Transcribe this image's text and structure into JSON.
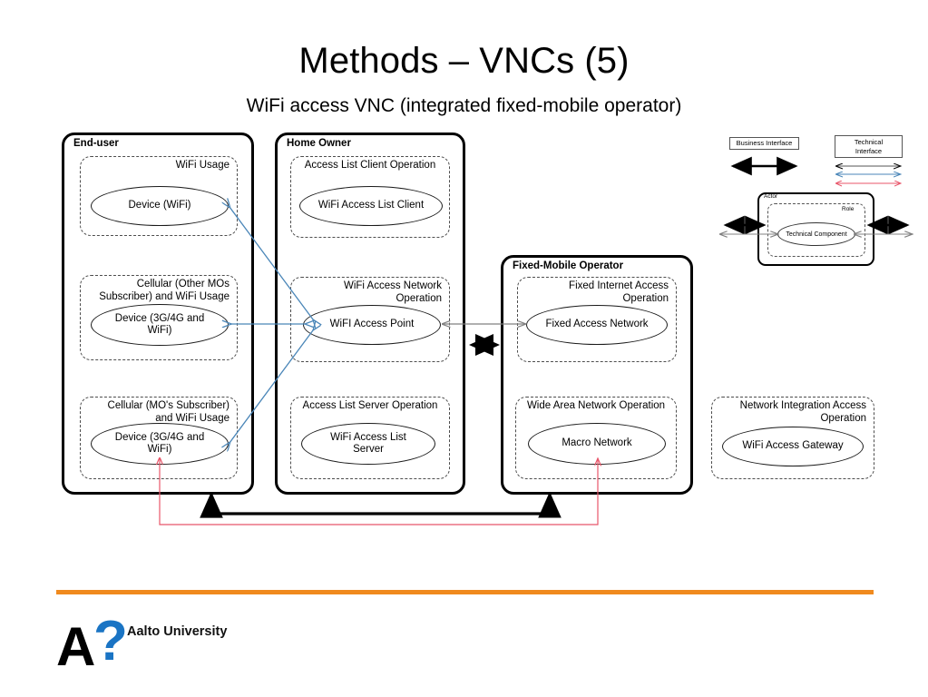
{
  "slide": {
    "title": "Methods – VNCs (5)",
    "subtitle": "WiFi access VNC (integrated fixed-mobile operator)"
  },
  "colors": {
    "blue_interface": "#4a86b8",
    "red_interface": "#e8566a",
    "gray_interface": "#808080",
    "black_interface": "#000000",
    "accent_orange": "#f08a1e",
    "logo_blue": "#1a74c4"
  },
  "actors": [
    {
      "id": "end-user",
      "label": "End-user",
      "roles": [
        {
          "id": "wifi-usage",
          "label": "WiFi Usage",
          "align": "right",
          "components": [
            {
              "id": "device-wifi",
              "label": "Device (WiFi)"
            }
          ]
        },
        {
          "id": "cellular-other-mos",
          "label": "Cellular (Other MOs\nSubscriber) and WiFi Usage",
          "align": "right",
          "components": [
            {
              "id": "device-3g4g-wifi-a",
              "label": "Device (3G/4G and\nWiFi)"
            }
          ]
        },
        {
          "id": "cellular-mos-subscriber",
          "label": "Cellular (MO's Subscriber)\nand WiFi Usage",
          "align": "right",
          "components": [
            {
              "id": "device-3g4g-wifi-b",
              "label": "Device (3G/4G and\nWiFi)"
            }
          ]
        }
      ]
    },
    {
      "id": "home-owner",
      "label": "Home Owner",
      "roles": [
        {
          "id": "access-list-client-operation",
          "label": "Access List Client Operation",
          "align": "center",
          "components": [
            {
              "id": "wifi-access-list-client",
              "label": "WiFi Access List Client"
            }
          ]
        },
        {
          "id": "wifi-access-network-operation",
          "label": "WiFi Access Network\nOperation",
          "align": "right",
          "components": [
            {
              "id": "wifi-access-point",
              "label": "WiFI Access Point"
            }
          ]
        },
        {
          "id": "access-list-server-operation",
          "label": "Access List Server Operation",
          "align": "center",
          "components": [
            {
              "id": "wifi-access-list-server",
              "label": "WiFi Access List\nServer"
            }
          ]
        }
      ]
    },
    {
      "id": "fixed-mobile-operator",
      "label": "Fixed-Mobile Operator",
      "roles": [
        {
          "id": "fixed-internet-access-operation",
          "label": "Fixed Internet Access\nOperation",
          "align": "right",
          "components": [
            {
              "id": "fixed-access-network",
              "label": "Fixed Access Network"
            }
          ]
        },
        {
          "id": "wide-area-network-operation",
          "label": "Wide Area Network Operation",
          "align": "center",
          "components": [
            {
              "id": "macro-network",
              "label": "Macro Network"
            }
          ]
        }
      ]
    }
  ],
  "standalone_roles": [
    {
      "id": "network-integration-access-operation",
      "label": "Network Integration Access\nOperation",
      "align": "right",
      "components": [
        {
          "id": "wifi-access-gateway",
          "label": "WiFi Access Gateway"
        }
      ]
    }
  ],
  "legend": {
    "business_interface": "Business Interface",
    "technical_interface": "Technical\nInterface",
    "actor": "Actor",
    "role": "Role",
    "technical_component": "Technical Component"
  },
  "footer": {
    "logo_a": "A",
    "logo_q": "?",
    "organization": "Aalto University"
  }
}
